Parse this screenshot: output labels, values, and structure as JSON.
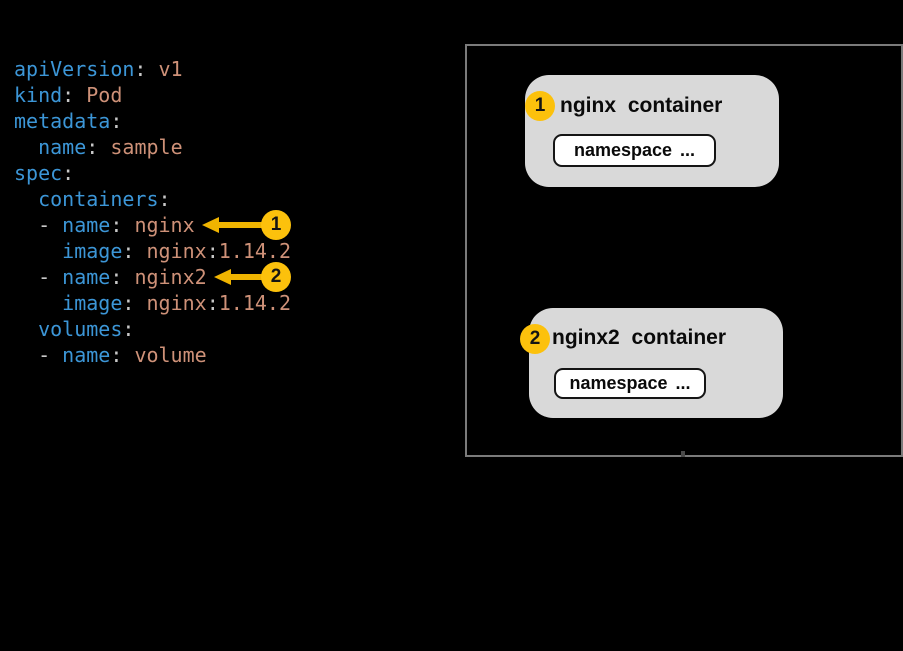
{
  "theme": {
    "bg": "#000000",
    "badge": "#FCC10C",
    "arrow": "#F0B400",
    "card_fill": "#D9D9D9",
    "frame_border": "#7B7B7B",
    "btn_bg": "#FFFFFF"
  },
  "yaml_panel": {
    "colors": {
      "key": "#3C96D7",
      "value": "#CE9178",
      "punct": "#C8C8C8"
    },
    "lines": [
      {
        "tokens": [
          {
            "t": "key",
            "s": "apiVersion"
          },
          {
            "t": "punct",
            "s": ": "
          },
          {
            "t": "value",
            "s": "v1"
          }
        ]
      },
      {
        "tokens": [
          {
            "t": "key",
            "s": "kind"
          },
          {
            "t": "punct",
            "s": ": "
          },
          {
            "t": "value",
            "s": "Pod"
          }
        ]
      },
      {
        "tokens": [
          {
            "t": "key",
            "s": "metadata"
          },
          {
            "t": "punct",
            "s": ":"
          }
        ]
      },
      {
        "tokens": [
          {
            "t": "punct",
            "s": "  "
          },
          {
            "t": "key",
            "s": "name"
          },
          {
            "t": "punct",
            "s": ": "
          },
          {
            "t": "value",
            "s": "sample"
          }
        ]
      },
      {
        "tokens": [
          {
            "t": "key",
            "s": "spec"
          },
          {
            "t": "punct",
            "s": ":"
          }
        ]
      },
      {
        "tokens": [
          {
            "t": "punct",
            "s": "  "
          },
          {
            "t": "key",
            "s": "containers"
          },
          {
            "t": "punct",
            "s": ":"
          }
        ]
      },
      {
        "tokens": [
          {
            "t": "punct",
            "s": "  - "
          },
          {
            "t": "key",
            "s": "name"
          },
          {
            "t": "punct",
            "s": ": "
          },
          {
            "t": "value",
            "s": "nginx"
          }
        ]
      },
      {
        "tokens": [
          {
            "t": "punct",
            "s": "    "
          },
          {
            "t": "key",
            "s": "image"
          },
          {
            "t": "punct",
            "s": ": "
          },
          {
            "t": "value",
            "s": "nginx"
          },
          {
            "t": "punct",
            "s": ":"
          },
          {
            "t": "value",
            "s": "1.14.2"
          }
        ]
      },
      {
        "tokens": [
          {
            "t": "punct",
            "s": "  - "
          },
          {
            "t": "key",
            "s": "name"
          },
          {
            "t": "punct",
            "s": ": "
          },
          {
            "t": "value",
            "s": "nginx2"
          }
        ]
      },
      {
        "tokens": [
          {
            "t": "punct",
            "s": "    "
          },
          {
            "t": "key",
            "s": "image"
          },
          {
            "t": "punct",
            "s": ": "
          },
          {
            "t": "value",
            "s": "nginx"
          },
          {
            "t": "punct",
            "s": ":"
          },
          {
            "t": "value",
            "s": "1.14.2"
          }
        ]
      },
      {
        "tokens": [
          {
            "t": "punct",
            "s": "  "
          },
          {
            "t": "key",
            "s": "volumes"
          },
          {
            "t": "punct",
            "s": ":"
          }
        ]
      },
      {
        "tokens": [
          {
            "t": "punct",
            "s": "  - "
          },
          {
            "t": "key",
            "s": "name"
          },
          {
            "t": "punct",
            "s": ": "
          },
          {
            "t": "value",
            "s": "volume"
          }
        ]
      }
    ],
    "markers": [
      {
        "label": "1"
      },
      {
        "label": "2"
      }
    ]
  },
  "diagram": {
    "containers": [
      {
        "badge": "1",
        "title": "nginx container",
        "button": "namespace ..."
      },
      {
        "badge": "2",
        "title": "nginx2 container",
        "button": "namespace ..."
      }
    ]
  }
}
